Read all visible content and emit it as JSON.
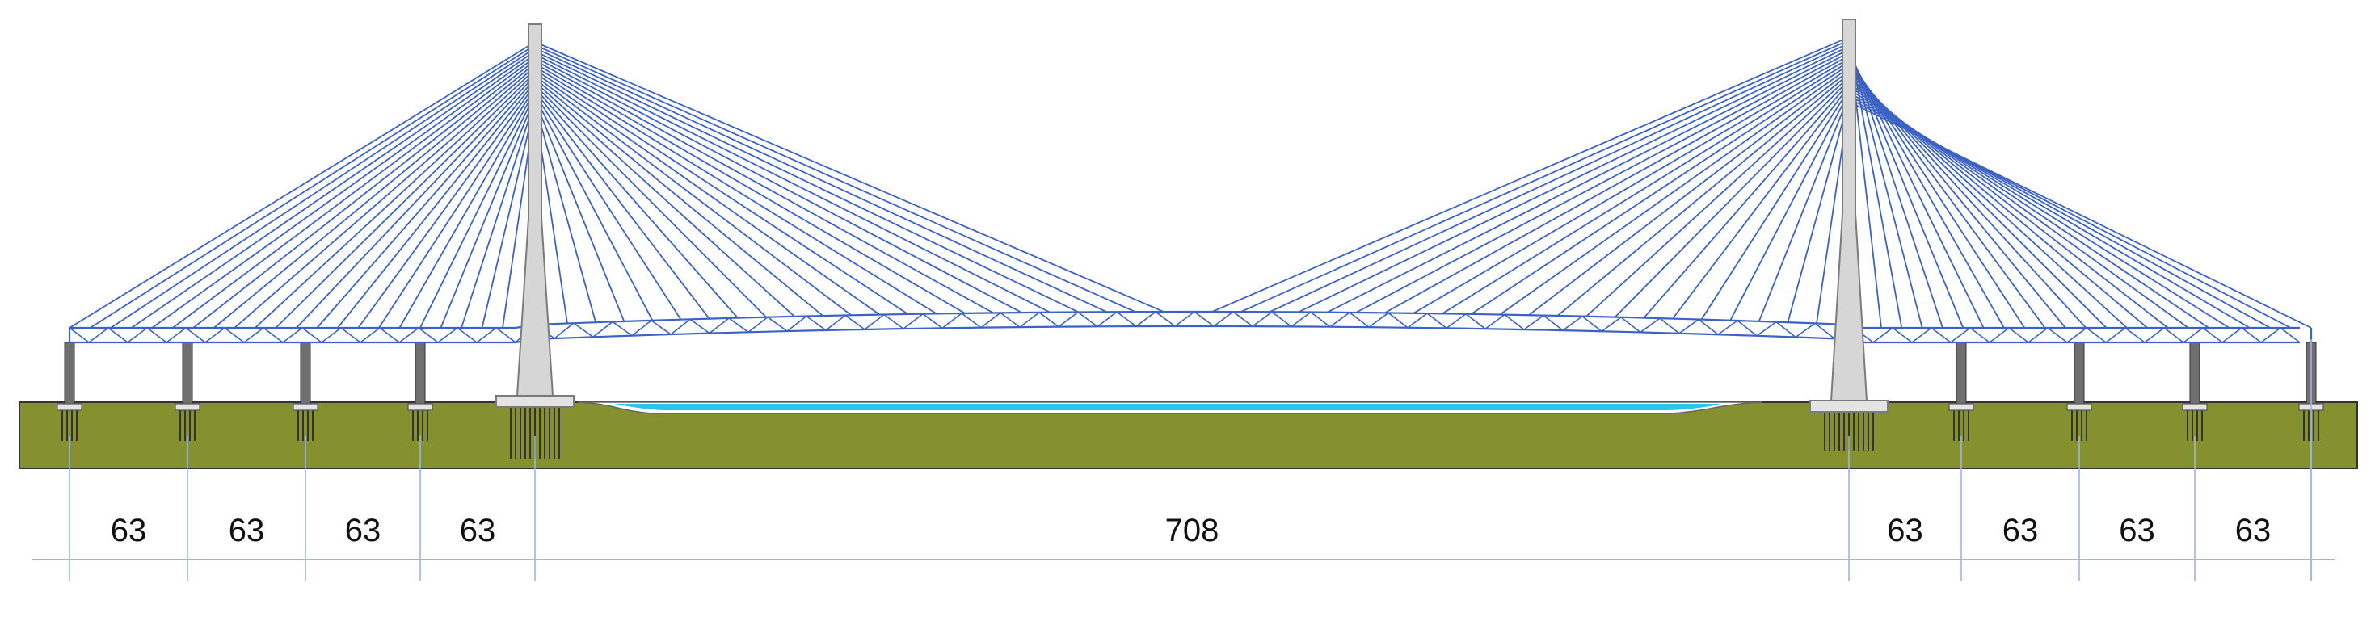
{
  "diagram": {
    "subject": "cable-stayed bridge elevation",
    "span_labels": [
      "63",
      "63",
      "63",
      "63",
      "708",
      "63",
      "63",
      "63",
      "63"
    ],
    "colors": {
      "ground": "#84912e",
      "water": "#2dc3ea",
      "cable": "#3b62c4",
      "tower": "#d6d6d6",
      "tower_stroke": "#7b7b7b",
      "pier": "#6f6f6f",
      "dimension_line": "#9db4e6",
      "label_text": "#111111"
    }
  }
}
